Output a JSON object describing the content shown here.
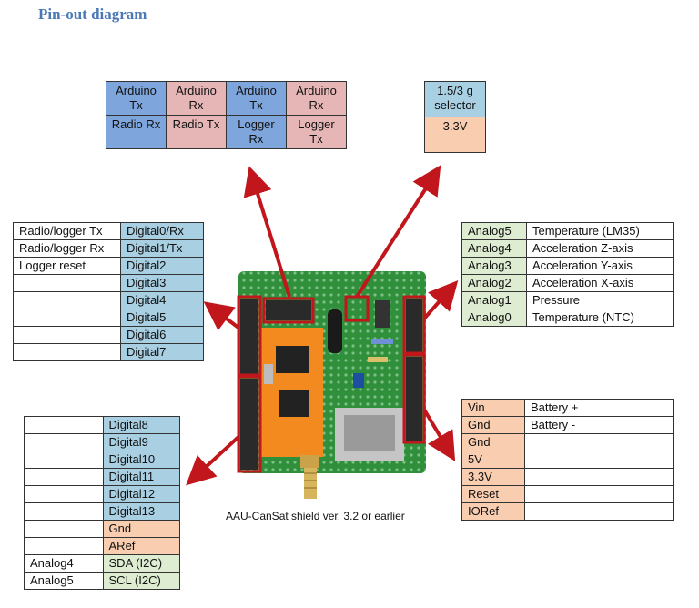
{
  "title": "Pin-out diagram",
  "caption": "AAU-CanSat shield ver. 3.2 or earlier",
  "colors": {
    "title": "#4a78b5",
    "light_blue": "#a9cfe3",
    "blue": "#7ea6dd",
    "pink": "#e6b6b6",
    "peach": "#f8cdb0",
    "green": "#deecd2",
    "arrow": "#c0161c",
    "pcb": "#2f8f3b"
  },
  "serial_table": {
    "row1": [
      "Arduino Tx",
      "Arduino Rx",
      "Arduino Tx",
      "Arduino Rx"
    ],
    "row2": [
      "Radio Rx",
      "Radio Tx",
      "Logger Rx",
      "Logger Tx"
    ]
  },
  "selector_table": {
    "label": "1.5/3 g selector",
    "value": "3.3V"
  },
  "digital_low": [
    {
      "desc": "Radio/logger Tx",
      "pin": "Digital0/Rx"
    },
    {
      "desc": "Radio/logger Rx",
      "pin": "Digital1/Tx"
    },
    {
      "desc": "Logger reset",
      "pin": "Digital2"
    },
    {
      "desc": "",
      "pin": "Digital3"
    },
    {
      "desc": "",
      "pin": "Digital4"
    },
    {
      "desc": "",
      "pin": "Digital5"
    },
    {
      "desc": "",
      "pin": "Digital6"
    },
    {
      "desc": "",
      "pin": "Digital7"
    }
  ],
  "analog": [
    {
      "pin": "Analog5",
      "desc": "Temperature (LM35)"
    },
    {
      "pin": "Analog4",
      "desc": "Acceleration Z-axis"
    },
    {
      "pin": "Analog3",
      "desc": "Acceleration Y-axis"
    },
    {
      "pin": "Analog2",
      "desc": "Acceleration X-axis"
    },
    {
      "pin": "Analog1",
      "desc": "Pressure"
    },
    {
      "pin": "Analog0",
      "desc": "Temperature (NTC)"
    }
  ],
  "digital_high": [
    {
      "desc": "",
      "pin": "Digital8"
    },
    {
      "desc": "",
      "pin": "Digital9"
    },
    {
      "desc": "",
      "pin": "Digital10"
    },
    {
      "desc": "",
      "pin": "Digital11"
    },
    {
      "desc": "",
      "pin": "Digital12"
    },
    {
      "desc": "",
      "pin": "Digital13"
    },
    {
      "desc": "",
      "pin": "Gnd"
    },
    {
      "desc": "",
      "pin": "ARef"
    },
    {
      "desc": "Analog4",
      "pin": "SDA (I2C)"
    },
    {
      "desc": "Analog5",
      "pin": "SCL (I2C)"
    }
  ],
  "power": [
    {
      "pin": "Vin",
      "desc": "Battery +"
    },
    {
      "pin": "Gnd",
      "desc": "Battery -"
    },
    {
      "pin": "Gnd",
      "desc": ""
    },
    {
      "pin": "5V",
      "desc": ""
    },
    {
      "pin": "3.3V",
      "desc": ""
    },
    {
      "pin": "Reset",
      "desc": ""
    },
    {
      "pin": "IORef",
      "desc": ""
    }
  ]
}
